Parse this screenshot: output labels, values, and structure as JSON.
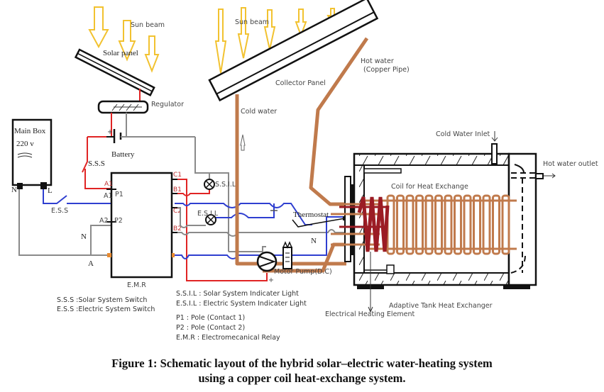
{
  "figure": {
    "caption_line1": "Figure 1: Schematic layout of the hybrid solar–electric water-heating system",
    "caption_line2": "using a copper coil heat-exchange system."
  },
  "labels": {
    "sun_beam_left": "Sun beam",
    "sun_beam_right": "Sun beam",
    "solar_panel": "Solar panel",
    "regulator": "Regulator",
    "battery": "Battery",
    "battery_plus": "+",
    "main_box_title": "Main Box",
    "main_box_voltage": "220 v",
    "terminal_n": "N",
    "terminal_l": "L",
    "sss": "S.S.S",
    "ess": "E.S.S",
    "a1_top": "A1",
    "a1": "A1",
    "p1": "P1",
    "a2": "A2",
    "p2": "P2",
    "n_label": "N",
    "a_label": "A",
    "emr": "E.M.R",
    "c1": "C1",
    "b1": "B1",
    "c2": "C2",
    "b2": "B2",
    "ssil": "S.S.I.L",
    "esil": "E.S.I.L",
    "collector_panel": "Collector Panel",
    "cold_water": "Cold water",
    "hot_water_line1": "Hot water",
    "hot_water_line2": "(Copper Pipe)",
    "thermostat": "Thermostat",
    "n_right": "N",
    "motor_pump": "Motor Pump(D.C)",
    "pump_plus": "+",
    "cold_water_inlet": "Cold Water Inlet",
    "hot_water_outlet": "Hot water outlet",
    "coil": "Coil for Heat Exchange",
    "adaptive_tank": "Adaptive Tank Heat Exchanger",
    "heating_element": "Electrical Heating Element"
  },
  "legend": {
    "left": [
      "S.S.S :Solar System Switch",
      "E.S.S :Electric System Switch"
    ],
    "right": [
      "S.S.I.L : Solar System Indicater Light",
      "E.S.I.L : Electric System Indicater Light",
      "P1 : Pole (Contact 1)",
      "P2 : Pole (Contact 2)",
      "E.M.R : Electromecanical Relay"
    ]
  },
  "colors": {
    "sun": "#f2c230",
    "copper": "#c07a4c",
    "heating_element": "#9b1c24",
    "solar_wire": "#e02424",
    "electric_wire": "#2f3fd0",
    "neutral_wire": "#8a8a8a",
    "outline": "#111111"
  }
}
